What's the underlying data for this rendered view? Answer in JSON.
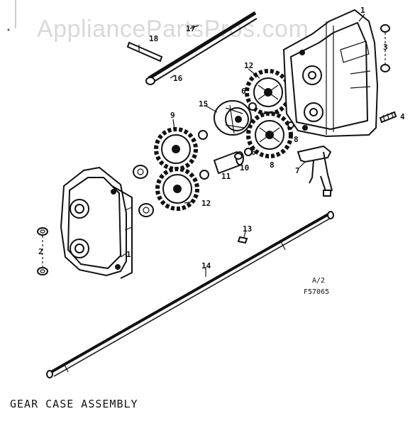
{
  "watermark": "AppliancePartsPros.com",
  "caption": "GEAR CASE ASSEMBLY",
  "drawing_ref": {
    "line1": "A/2",
    "line2": "F57065"
  },
  "callouts": {
    "c1a": "1",
    "c1b": "1",
    "c2": "2",
    "c3": "3",
    "c4": "4",
    "c6a": "6",
    "c6b": "6",
    "c7": "7",
    "c8a": "8",
    "c8b": "8",
    "c9": "9",
    "c10": "10",
    "c11": "11",
    "c12a": "12",
    "c12b": "12",
    "c13": "13",
    "c14": "14",
    "c15": "15",
    "c16": "16",
    "c17": "17",
    "c18": "18"
  }
}
